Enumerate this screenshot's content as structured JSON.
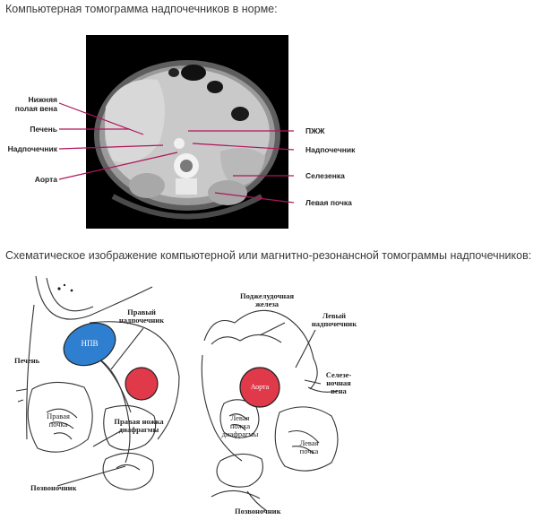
{
  "headings": {
    "ct_title": "Компьютерная томограмма надпочечников в норме:",
    "schema_title": "Схематическое изображение компьютерной или магнитно-резонансной томограммы надпочечников:"
  },
  "ct_labels": {
    "ivc": "Нижняя\nполая вена",
    "liver": "Печень",
    "adrenal_left_side": "Надпочечник",
    "aorta": "Аорта",
    "pancreas": "ПЖЖ",
    "adrenal_right_side": "Надпочечник",
    "spleen": "Селезенка",
    "left_kidney": "Левая почка"
  },
  "schema_left": {
    "ivc": "НПВ",
    "right_adrenal": "Правый\nнадпочечник",
    "liver": "Печень",
    "right_kidney": "Правая\nпочка",
    "right_crus": "Правая ножка\nдиафрагмы",
    "spine": "Позвоночник"
  },
  "schema_right": {
    "pancreas": "Поджелудочная\nжелеза",
    "left_adrenal": "Левый\nнадпочечник",
    "splenic_vein": "Селезе-\nночная\nвена",
    "aorta": "Аорта",
    "left_crus": "Левая\nножка\nдиафрагмы",
    "left_kidney": "Левая\nпочка",
    "spine": "Позвоночник"
  },
  "colors": {
    "ivc_fill": "#2f7fd0",
    "aorta_fill": "#e0394a",
    "lead_line": "#b0155a"
  }
}
